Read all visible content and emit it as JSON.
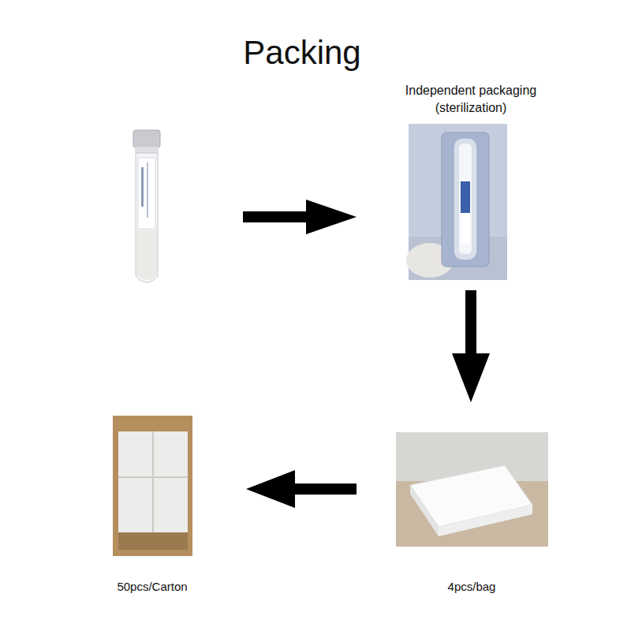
{
  "diagram": {
    "title": "Packing",
    "nodes": [
      {
        "text": [
          "Independent packaging (sterilization)"
        ]
      },
      {
        "text": [
          "4pcs/bag"
        ]
      },
      {
        "text": [
          "50pcs/Carton"
        ]
      }
    ],
    "edges": [
      {
        "from": 0,
        "to": 1,
        "arrow": "to"
      },
      {
        "from": 1,
        "to": 2,
        "arrow": "to"
      }
    ]
  }
}
